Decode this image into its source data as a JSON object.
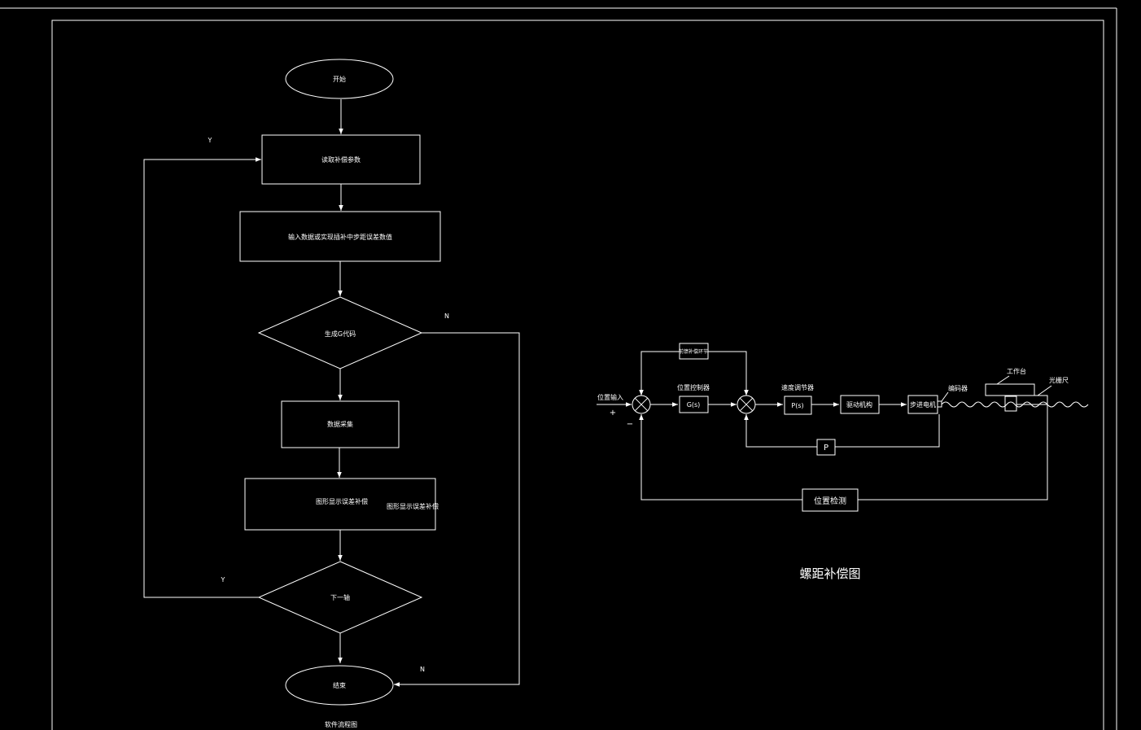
{
  "flowchart": {
    "start": "开始",
    "read_params": "读取补偿参数",
    "input_step": "输入数据或实现插补中步距误差数值",
    "decision_gen": "生成G代码",
    "collect": "数据采集",
    "display_main": "图形显示误差补偿",
    "display_side": "图形显示误差补偿",
    "decision_next": "下一轴",
    "end": "结束",
    "caption": "软件流程图",
    "y_top": "Y",
    "y_bottom": "Y",
    "n_right": "N",
    "n_bottom": "N"
  },
  "control": {
    "feedforward": "前馈补偿环节",
    "pos_input": "位置输入",
    "plus": "+",
    "minus": "−",
    "pos_ctrl_label": "位置控制器",
    "g_block": "G(s)",
    "speed_label": "速度调节器",
    "p_block": "P(s)",
    "drive": "驱动机构",
    "motor": "步进电机",
    "encoder": "编码器",
    "table": "工作台",
    "grating": "光栅尺",
    "p_feedback": "P",
    "pos_detect": "位置检测",
    "caption": "螺距补偿图"
  },
  "colors": {
    "background": "#000000",
    "lines": "#ffffff"
  }
}
